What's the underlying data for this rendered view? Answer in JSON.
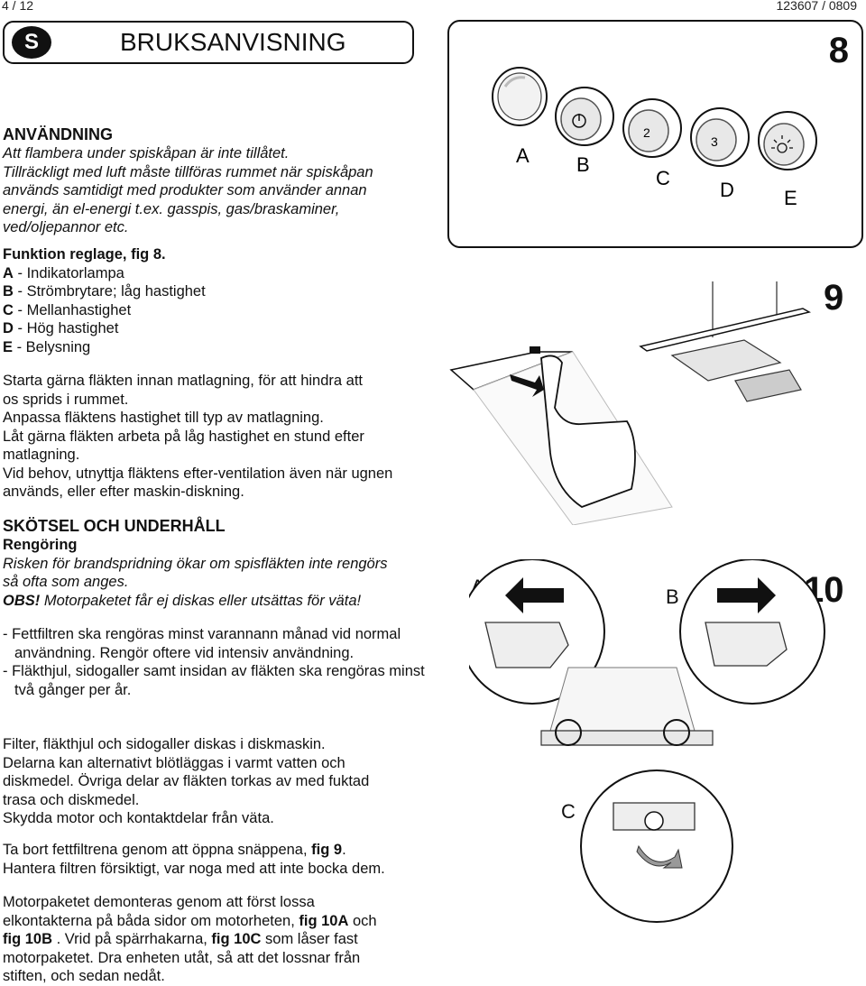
{
  "header": {
    "page": "4 / 12",
    "doc_code": "123607 / 0809"
  },
  "title": {
    "badge": "S",
    "text": "BRUKSANVISNING"
  },
  "usage": {
    "heading": "ANVÄNDNING",
    "warning_lines": [
      "Att flambera under spiskåpan är inte tillåtet.",
      "Tillräckligt med luft måste tillföras rummet när spiskåpan",
      "används samtidigt med produkter som använder annan",
      "energi, än el-energi t.ex. gasspis, gas/braskaminer,",
      "ved/oljepannor etc."
    ],
    "controls_heading": "Funktion reglage, fig 8.",
    "controls": [
      {
        "key": "A",
        "desc": " - Indikatorlampa"
      },
      {
        "key": "B",
        "desc": " - Strömbrytare; låg hastighet"
      },
      {
        "key": "C",
        "desc": " - Mellanhastighet"
      },
      {
        "key": "D",
        "desc": " - Hög hastighet"
      },
      {
        "key": "E",
        "desc": " - Belysning"
      }
    ],
    "tips_lines": [
      "Starta gärna fläkten innan matlagning, för att hindra att",
      "os sprids i rummet.",
      "Anpassa fläktens hastighet till typ av matlagning.",
      "Låt gärna fläkten arbeta på låg hastighet en stund efter",
      "matlagning.",
      "Vid behov, utnyttja fläktens efter-ventilation även när ugnen",
      "används, eller efter maskin-diskning."
    ]
  },
  "care": {
    "heading": "SKÖTSEL OCH UNDERHÅLL",
    "subheading": "Rengöring",
    "italic_lines": [
      "Risken för brandspridning ökar om spisfläkten inte rengörs",
      "så ofta som anges."
    ],
    "obs_label": "OBS!",
    "obs_text": " Motorpaketet får ej diskas eller utsättas för väta!",
    "bullets": [
      "Fettfiltren ska rengöras minst varannann månad vid normal användning. Rengör oftere vid intensiv användning.",
      "Fläkthjul, sidogaller samt insidan av fläkten ska rengöras minst två gånger per år."
    ],
    "dish_lines": [
      "Filter, fläkthjul och sidogaller diskas i diskmaskin.",
      "Delarna kan alternativt blötläggas i varmt vatten och",
      "diskmedel. Övriga delar av fläkten torkas av med fuktad",
      "trasa och diskmedel.",
      "Skydda motor och kontaktdelar från väta."
    ],
    "filter_pre": "Ta bort fettfiltrena genom att öppna snäppena, ",
    "filter_ref": "fig 9",
    "filter_post": ".",
    "filter_line2": "Hantera filtren försiktigt, var noga med att inte bocka dem.",
    "motor_1": "Motorpaketet demonteras genom att först lossa",
    "motor_2a": "elkontakterna på båda sidor om motorheten, ",
    "motor_2ref": "fig 10A",
    "motor_2b": " och",
    "motor_3ref": "fig 10B",
    "motor_3b": " . Vrid på spärrhakarna, ",
    "motor_3ref2": "fig 10C",
    "motor_3c": " som låser fast",
    "motor_4": "motorpaketet. Dra enheten utåt, så att det lossnar från",
    "motor_5": "stiften, och sedan nedåt."
  },
  "figures": {
    "fig8": {
      "number": "8",
      "labels": [
        "A",
        "B",
        "C",
        "D",
        "E"
      ],
      "knob_marks": [
        "2",
        "3"
      ]
    },
    "fig9": {
      "number": "9"
    },
    "fig10": {
      "number": "10",
      "labels": [
        "A",
        "B",
        "C"
      ]
    }
  }
}
